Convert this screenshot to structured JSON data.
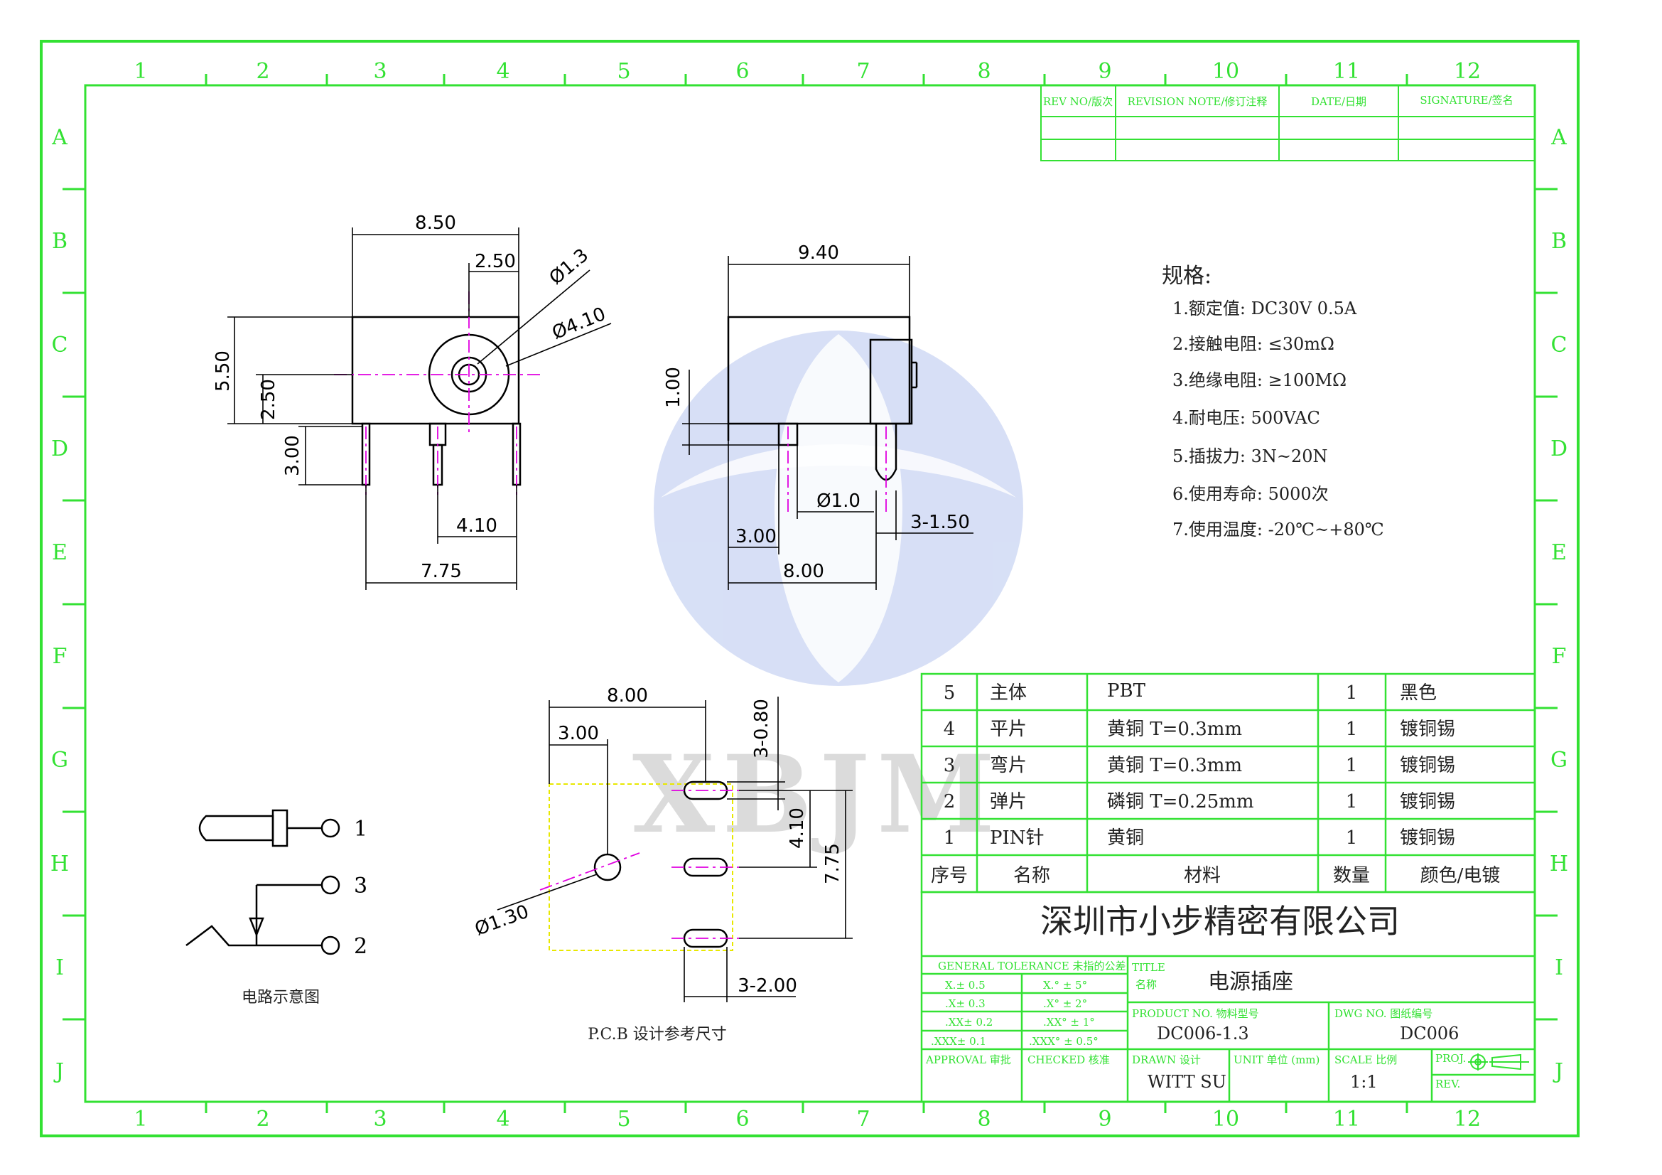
{
  "frame": {
    "columns": [
      "1",
      "2",
      "3",
      "4",
      "5",
      "6",
      "7",
      "8",
      "9",
      "10",
      "11",
      "12"
    ],
    "rows": [
      "A",
      "B",
      "C",
      "D",
      "E",
      "F",
      "G",
      "H",
      "I",
      "J"
    ]
  },
  "revision_table": {
    "headers": [
      "REV NO/版次",
      "REVISION NOTE/修订注释",
      "DATE/日期",
      "SIGNATURE/签名"
    ]
  },
  "front_view": {
    "dims": [
      "8.50",
      "2.50",
      "Ø1.3",
      "Ø4.10",
      "5.50",
      "2.50",
      "3.00",
      "4.10",
      "7.75"
    ]
  },
  "side_view": {
    "dims": [
      "9.40",
      "1.00",
      "Ø1.0",
      "3.00",
      "3-1.50",
      "8.00"
    ]
  },
  "specs": {
    "title": "规格:",
    "items": [
      "1.额定值: DC30V 0.5A",
      "2.接触电阻: ≤30mΩ",
      "3.绝缘电阻: ≥100MΩ",
      "4.耐电压: 500VAC",
      "5.插拔力: 3N~20N",
      "6.使用寿命: 5000次",
      "7.使用温度: -20℃~+80℃"
    ]
  },
  "pcb": {
    "dims": [
      "8.00",
      "3.00",
      "3-0.80",
      "4.10",
      "7.75",
      "Ø1.30",
      "3-2.00"
    ],
    "caption": "P.C.B 设计参考尺寸"
  },
  "circuit": {
    "pins": [
      "1",
      "3",
      "2"
    ],
    "caption": "电路示意图"
  },
  "watermark": "XBJM",
  "bom": {
    "rows": [
      [
        "5",
        "主体",
        "PBT",
        "1",
        "黑色"
      ],
      [
        "4",
        "平片",
        "黄铜 T=0.3mm",
        "1",
        "镀铜锡"
      ],
      [
        "3",
        "弯片",
        "黄铜 T=0.3mm",
        "1",
        "镀铜锡"
      ],
      [
        "2",
        "弹片",
        "磷铜 T=0.25mm",
        "1",
        "镀铜锡"
      ],
      [
        "1",
        "PIN针",
        "黄铜",
        "1",
        "镀铜锡"
      ]
    ],
    "header": [
      "序号",
      "名称",
      "材料",
      "数量",
      "颜色/电镀"
    ]
  },
  "title_block": {
    "company": "深圳市小步精密有限公司",
    "tolerance_label": "GENERAL TOLERANCE 未指的公差",
    "tolerances_linear": [
      "X.± 0.5",
      ".X± 0.3",
      ".XX± 0.2",
      ".XXX± 0.1"
    ],
    "tolerances_angle": [
      "X.° ± 5°",
      ".X° ± 2°",
      ".XX° ± 1°",
      ".XXX° ± 0.5°"
    ],
    "title_label_en": "TITLE",
    "title_label_cn": "名称",
    "title_value": "电源插座",
    "product_no_label": "PRODUCT NO. 物料型号",
    "product_no_value": "DC006-1.3",
    "dwg_no_label": "DWG NO. 图纸编号",
    "dwg_no_value": "DC006",
    "approval_label": "APPROVAL 审批",
    "checked_label": "CHECKED 核准",
    "drawn_label": "DRAWN 设计",
    "drawn_value": "WITT SU",
    "unit_label": "UNIT 单位 (mm)",
    "scale_label": "SCALE 比例",
    "scale_value": "1:1",
    "proj_label": "PROJ.",
    "rev_label": "REV."
  },
  "colors": {
    "frame": "#33e133",
    "line": "#000000",
    "center": "#e000e0",
    "pcb_outline": "#e8e800",
    "watermark_blue": "#9fb4ea"
  }
}
